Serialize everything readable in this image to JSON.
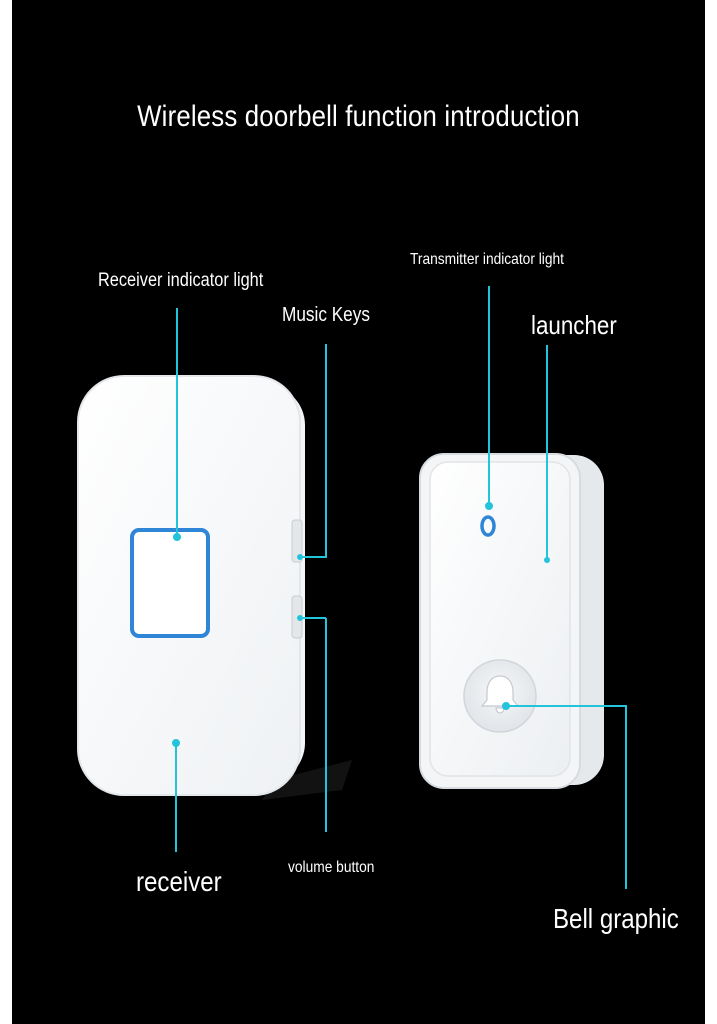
{
  "title": "Wireless doorbell function introduction",
  "labels": {
    "receiver_indicator_light": "Receiver indicator light",
    "music_keys": "Music Keys",
    "transmitter_indicator_light": "Transmitter indicator light",
    "launcher": "launcher",
    "volume_button": "volume button",
    "receiver": "receiver",
    "bell_graphic": "Bell graphic"
  },
  "colors": {
    "background": "#000000",
    "callout_line": "#23c3dc",
    "device_body": "#ffffff",
    "indicator_blue": "#2f86d6"
  }
}
